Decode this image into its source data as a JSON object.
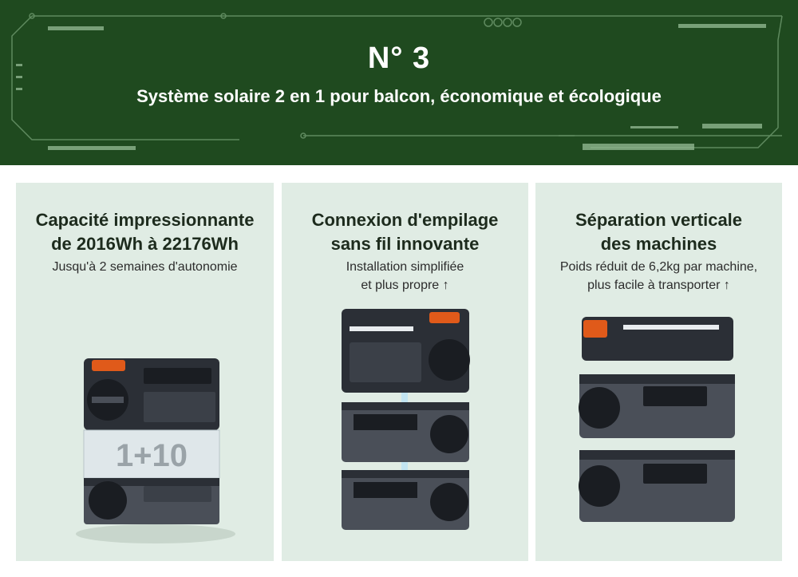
{
  "header": {
    "title": "N° 3",
    "subtitle": "Système solaire 2 en 1 pour balcon, économique et écologique"
  },
  "colors": {
    "header_bg": "#1f4a1f",
    "panel_bg": "#e0ece4",
    "device_dark": "#2b2f36",
    "device_grey": "#4a4f58",
    "accent_orange": "#e05a1a"
  },
  "panels": [
    {
      "title_line1": "Capacité impressionnante",
      "title_line2": "de 2016Wh à 22176Wh",
      "desc_line1": "Jusqu'à 2 semaines d'autonomie",
      "desc_line2": "",
      "image_label": "1+10",
      "image_icon": "stacked-power-station-icon"
    },
    {
      "title_line1": "Connexion d'empilage",
      "title_line2": "sans fil innovante",
      "desc_line1": "Installation simplifiée",
      "desc_line2": "et plus propre ↑",
      "image_icon": "wireless-stack-power-station-icon"
    },
    {
      "title_line1": "Séparation verticale",
      "title_line2": "des machines",
      "desc_line1": "Poids réduit de 6,2kg par machine,",
      "desc_line2": "plus facile à transporter ↑",
      "image_icon": "separated-modules-power-station-icon"
    }
  ]
}
